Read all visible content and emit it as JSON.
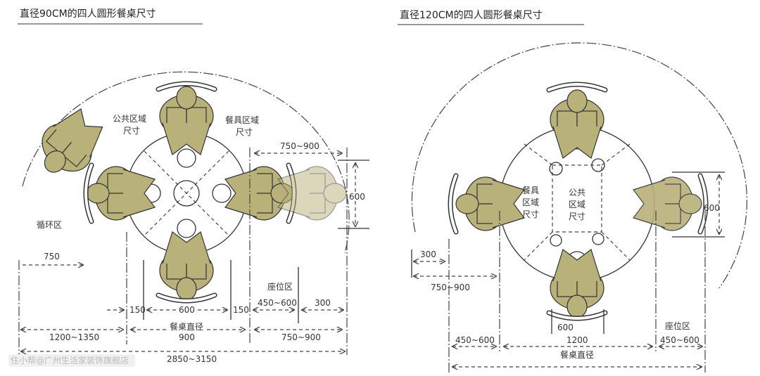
{
  "left": {
    "title": "直径90CM的四人圆形餐桌尺寸",
    "labels": {
      "public_area_1": "公共区域",
      "public_area_2": "尺寸",
      "tableware_area_1": "餐具区域",
      "tableware_area_2": "尺寸",
      "circulation": "循环区",
      "seating": "座位区",
      "table_diameter": "餐桌直径"
    },
    "dims": {
      "d750_900_top": "750~900",
      "d600_side": "600",
      "d750": "750",
      "d150a": "150",
      "d600": "600",
      "d150b": "150",
      "d450_600": "450~600",
      "d300": "300",
      "d1200_1350": "1200~1350",
      "d900": "900",
      "d750_900": "750~900",
      "d2850_3150": "2850~3150"
    }
  },
  "right": {
    "title": "直径120CM的四人圆形餐桌尺寸",
    "labels": {
      "tableware_1": "餐具",
      "tableware_2": "区域",
      "tableware_3": "尺寸",
      "public_1": "公共",
      "public_2": "区域",
      "public_3": "尺寸",
      "seating": "座位区",
      "table_diameter": "餐桌直径"
    },
    "dims": {
      "d600_side": "600",
      "d300": "300",
      "d750_900": "750~900",
      "d600": "600",
      "d450_600_left": "450~600",
      "d1200": "1200",
      "d450_600_right": "450~600"
    }
  },
  "watermark": "住小帮@广州生活家装饰旗舰店"
}
